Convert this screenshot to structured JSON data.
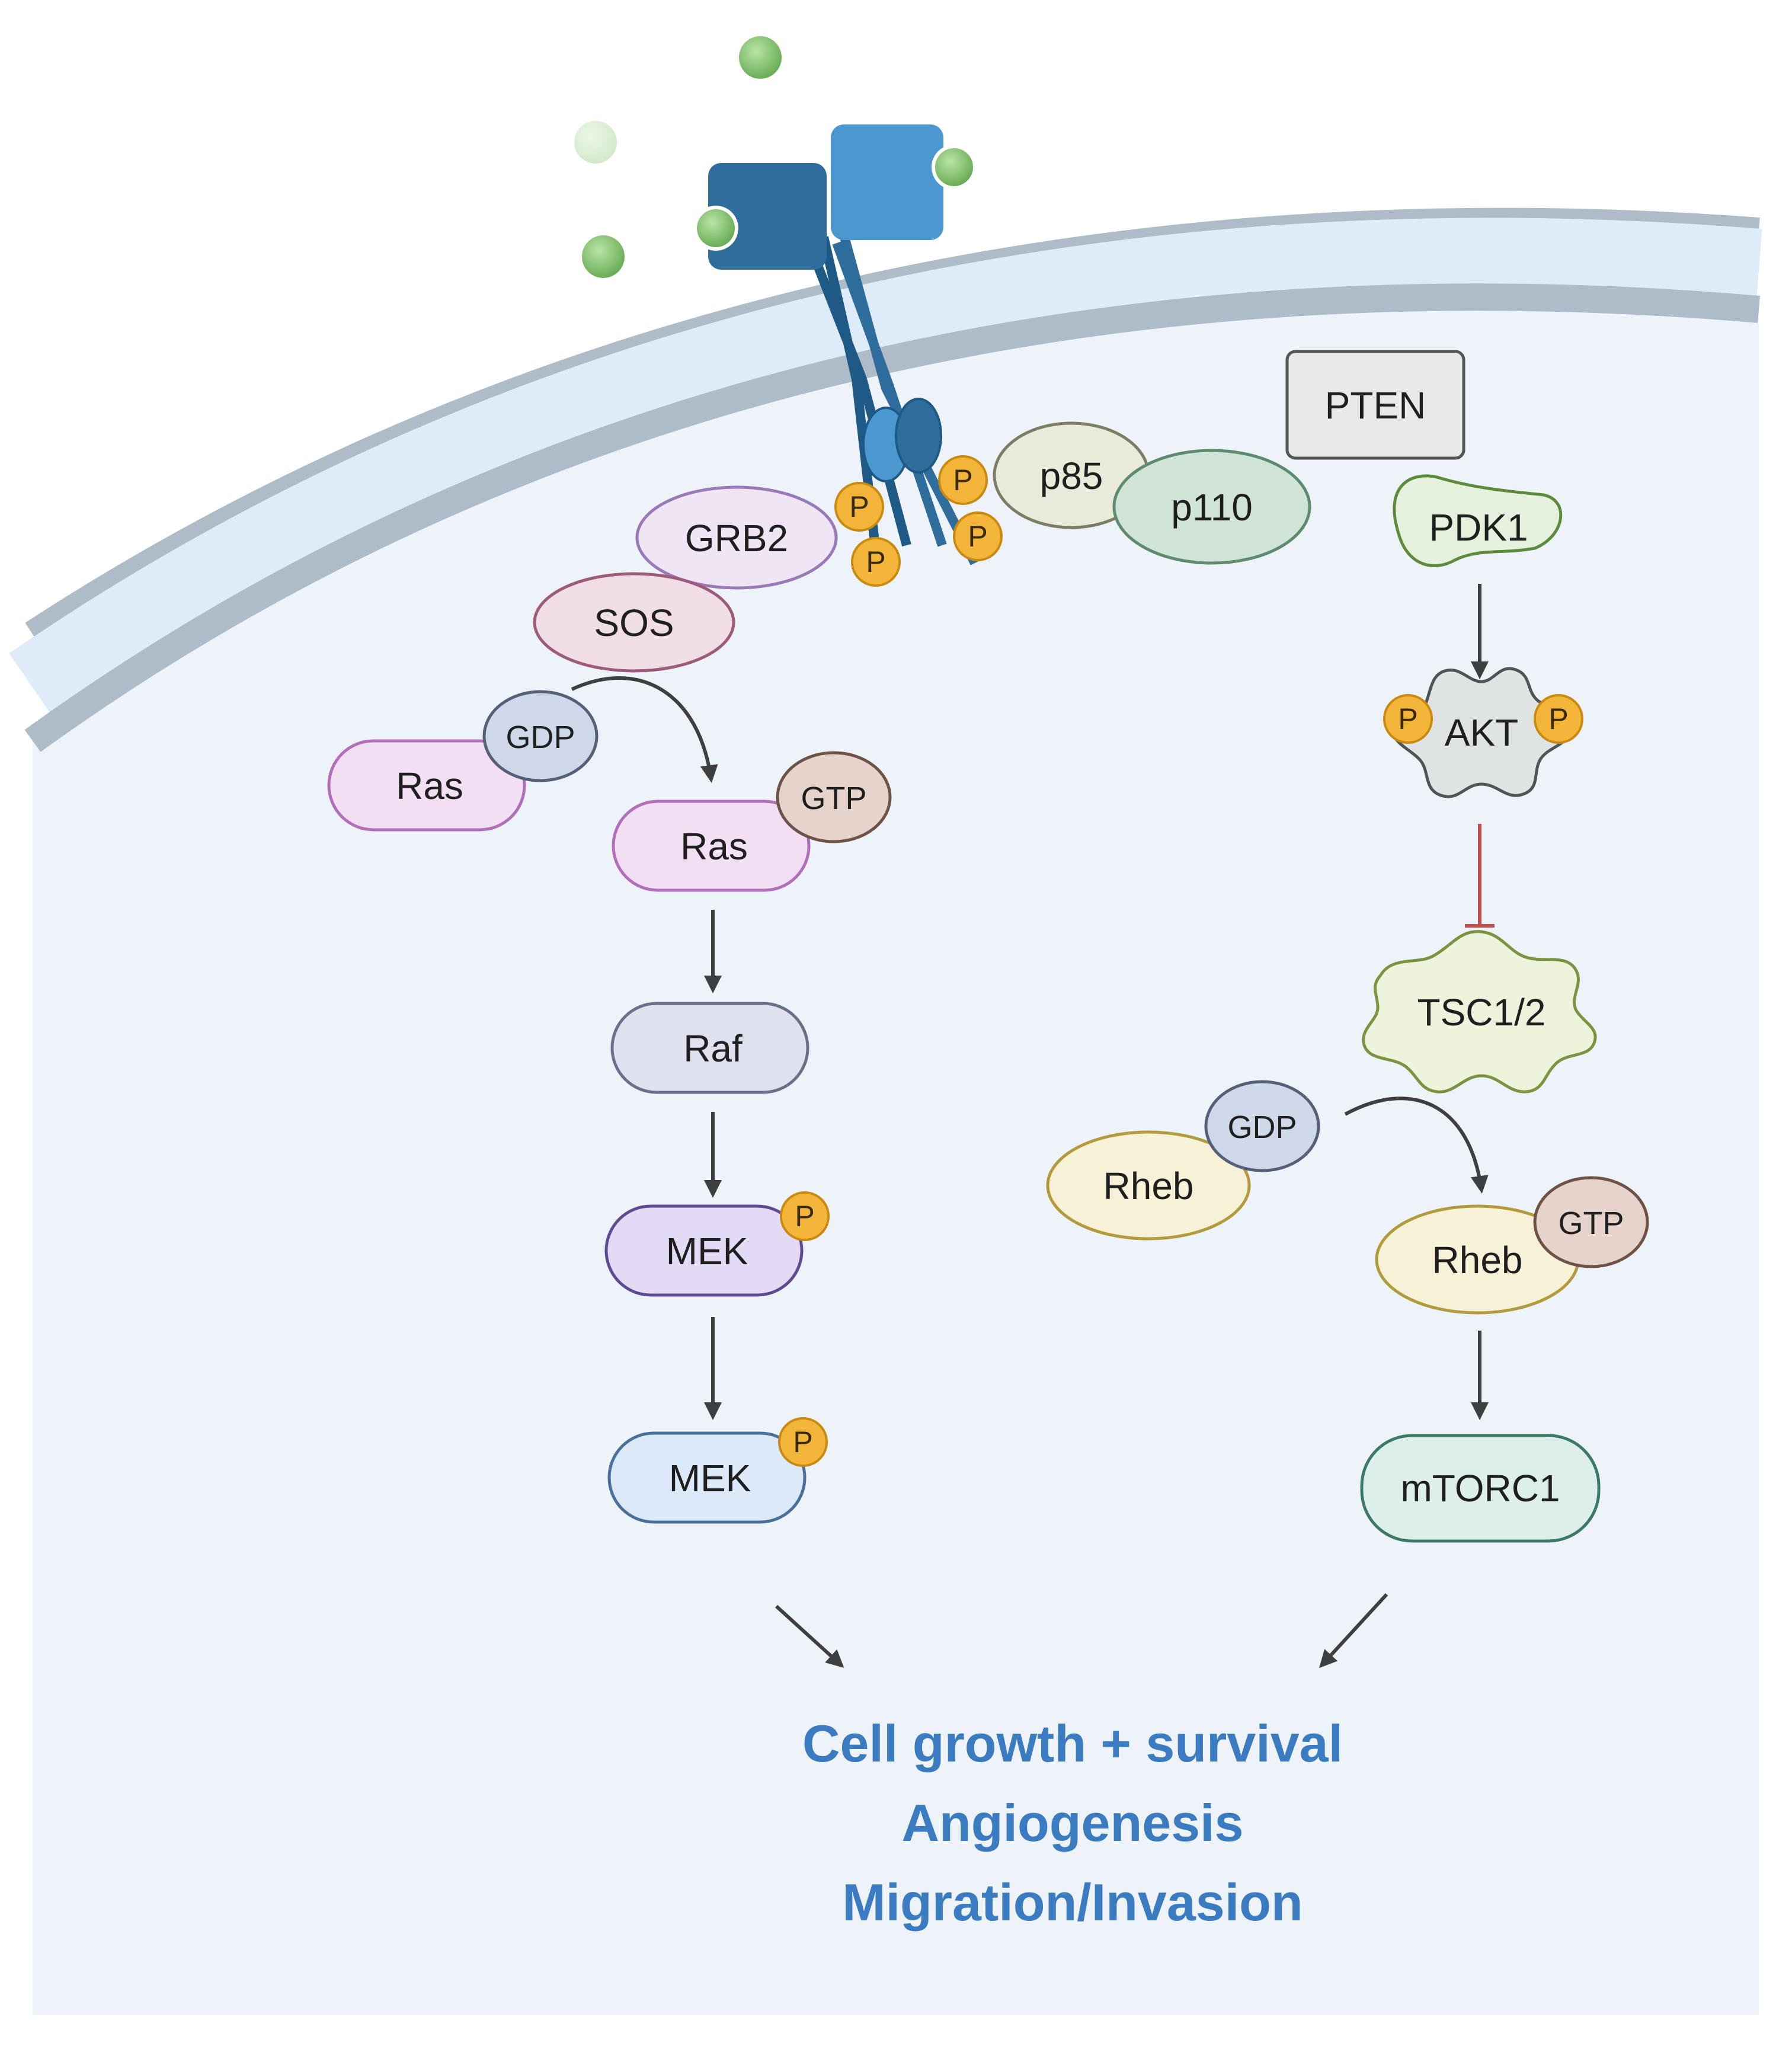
{
  "ligand_label": "",
  "nodes": {
    "pten": "PTEN",
    "p85": "p85",
    "p110": "p110",
    "grb2": "GRB2",
    "sos": "SOS",
    "ras_gdp": "Ras",
    "ras_gtp": "Ras",
    "gdp_ras": "GDP",
    "gtp_ras": "GTP",
    "raf": "Raf",
    "mek1": "MEK",
    "mek2": "MEK",
    "pdk1": "PDK1",
    "akt": "AKT",
    "tsc": "TSC1/2",
    "rheb_gdp": "Rheb",
    "rheb_gtp": "Rheb",
    "gdp_rheb": "GDP",
    "gtp_rheb": "GTP",
    "mtorc1": "mTORC1"
  },
  "phospho_label": "P",
  "outcomes": [
    "Cell growth + survival",
    "Angiogenesis",
    "Migration/Invasion"
  ],
  "colors": {
    "cytoplasm": "#eef2f9",
    "membrane_outer": "#aebbc8",
    "membrane_inner": "#deebf8",
    "receptor_dark": "#2f6d9c",
    "receptor_light": "#4a98cf",
    "ligand": "#7fbf6a",
    "phospho": "#f2b53a",
    "outcome_text": "#3a7bc1",
    "inhibition": "#c0504d"
  }
}
